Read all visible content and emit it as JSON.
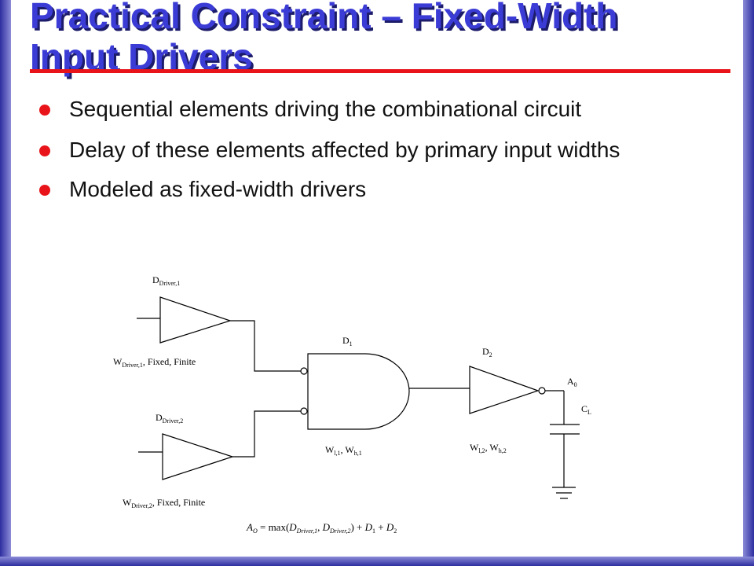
{
  "slide": {
    "title_line1": "Practical Constraint – Fixed-Width",
    "title_line2": "Input Drivers",
    "colors": {
      "title": "#3b3bd6",
      "accent": "#e8141a",
      "frame": "#2e2ea0"
    },
    "bullets": [
      "Sequential elements driving the combinational circuit",
      "Delay of these elements affected by primary input widths",
      "Modeled as fixed-width drivers"
    ]
  },
  "diagram": {
    "driver1": {
      "label": "D",
      "label_sub": "Driver,1",
      "width": "W",
      "width_sub": "Driver,1",
      "width_tail": ", Fixed, Finite"
    },
    "driver2": {
      "label": "D",
      "label_sub": "Driver,2",
      "width": "W",
      "width_sub": "Driver,2",
      "width_tail": ", Fixed, Finite"
    },
    "gate1": {
      "label": "D",
      "label_sub": "1",
      "w1": "W",
      "w1_sub": "l,1",
      "sep": ", ",
      "w2": "W",
      "w2_sub": "h,1"
    },
    "gate2": {
      "label": "D",
      "label_sub": "2",
      "w1": "W",
      "w1_sub": "l,2",
      "sep": ", ",
      "w2": "W",
      "w2_sub": "h,2"
    },
    "output": {
      "node": "A",
      "node_sub": "0",
      "cap": "C",
      "cap_sub": "L"
    },
    "equation": {
      "lhs": "A",
      "lhs_sub": "O",
      "eq_max": " = max(",
      "t1": "D",
      "t1_sub": "Driver,1",
      "comma": ", ",
      "t2": "D",
      "t2_sub": "Driver,2",
      "close_plus": ") + ",
      "t3": "D",
      "t3_sub": "1",
      "plus": " + ",
      "t4": "D",
      "t4_sub": "2"
    }
  }
}
